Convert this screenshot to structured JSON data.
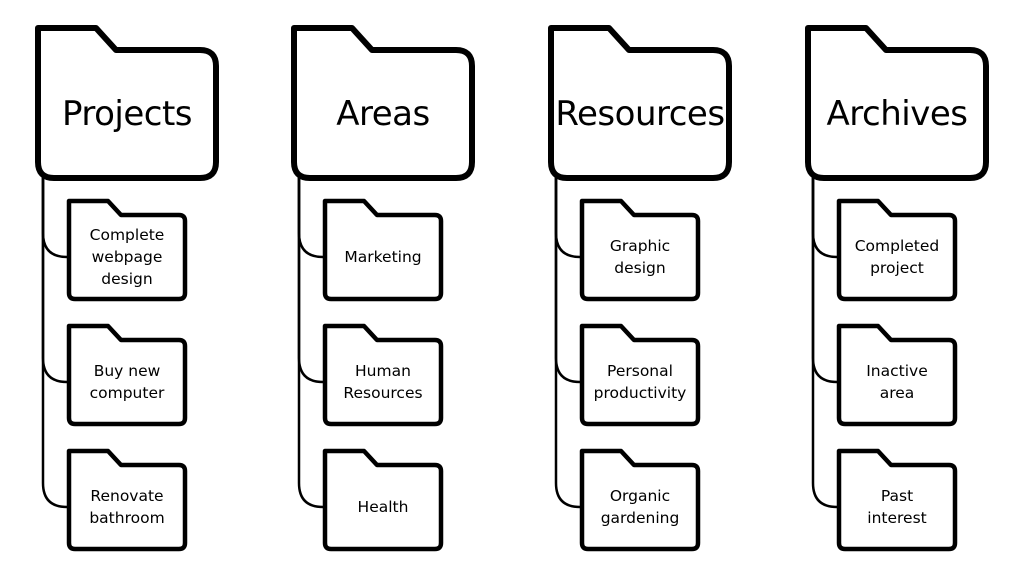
{
  "columns": [
    {
      "title": "Projects",
      "items": [
        "Complete\nwebpage\ndesign",
        "Buy new\ncomputer",
        "Renovate\nbathroom"
      ]
    },
    {
      "title": "Areas",
      "items": [
        "Marketing",
        "Human\nResources",
        "Health"
      ]
    },
    {
      "title": "Resources",
      "items": [
        "Graphic\ndesign",
        "Personal\nproductivity",
        "Organic\ngardening"
      ]
    },
    {
      "title": "Archives",
      "items": [
        "Completed\nproject",
        "Inactive\narea",
        "Past\ninterest"
      ]
    }
  ],
  "colors": {
    "stroke": "#000000",
    "fill": "#ffffff",
    "background": "#ffffff"
  }
}
